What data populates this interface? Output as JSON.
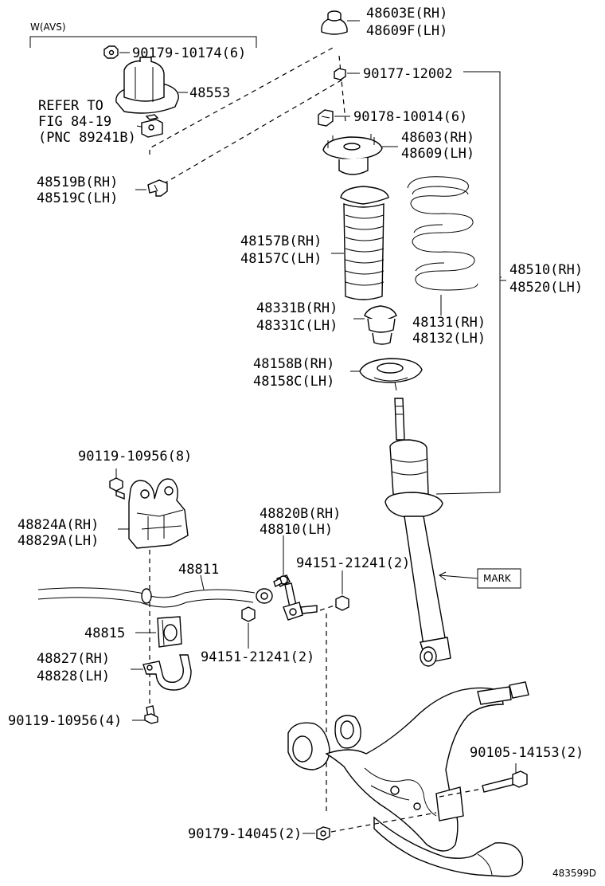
{
  "variant_label": "W(AVS)",
  "refer_note": [
    "REFER TO",
    "FIG 84-19",
    "(PNC 89241B)"
  ],
  "mark_label": "MARK",
  "diagram_id": "483599D",
  "labels": {
    "upper_mount_top": [
      "48603E(RH)",
      "48609F(LH)"
    ],
    "nut_90179_10174": "90179-10174(6)",
    "actuator_48553": "48553",
    "nut_90177": "90177-12002",
    "nut_90178": "90178-10014(6)",
    "upper_mount": [
      "48603(RH)",
      "48609(LH)"
    ],
    "bracket_48519": [
      "48519B(RH)",
      "48519C(LH)"
    ],
    "boot_48157": [
      "48157B(RH)",
      "48157C(LH)"
    ],
    "strut_assy": [
      "48510(RH)",
      "48520(LH)"
    ],
    "bumper_48331": [
      "48331B(RH)",
      "48331C(LH)"
    ],
    "spring_48131": [
      "48131(RH)",
      "48132(LH)"
    ],
    "insulator_48158": [
      "48158B(RH)",
      "48158C(LH)"
    ],
    "bolt_90119_top": "90119-10956(8)",
    "bracket_48824": [
      "48824A(RH)",
      "48829A(LH)"
    ],
    "link_48820": [
      "48820B(RH)",
      "48810(LH)"
    ],
    "nut_94151_top": "94151-21241(2)",
    "bar_48811": "48811",
    "bushing_48815": "48815",
    "nut_94151_bottom": "94151-21241(2)",
    "bracket_48827": [
      "48827(RH)",
      "48828(LH)"
    ],
    "bolt_90119_bottom": "90119-10956(4)",
    "bolt_90105": "90105-14153(2)",
    "nut_90179_14045": "90179-14045(2)"
  }
}
